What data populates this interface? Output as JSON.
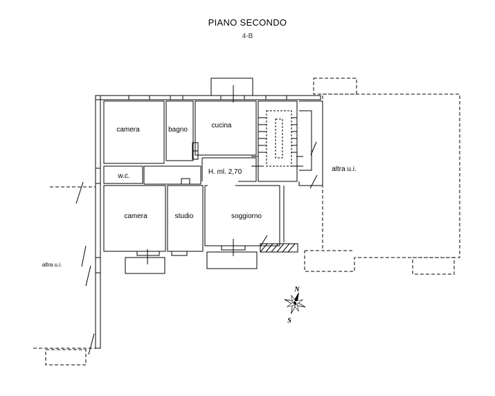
{
  "header": {
    "title": "PIANO SECONDO",
    "subtitle": "4-B"
  },
  "rooms": {
    "camera_top": "camera",
    "bagno": "bagno",
    "cucina": "cucina",
    "wc": "w.c.",
    "height": "H. ml. 2,70",
    "altra_right": "altra u.i.",
    "camera_bottom": "camera",
    "studio": "studio",
    "soggiorno": "soggiorno",
    "altra_left": "altra u.i."
  },
  "compass": {
    "north": "N",
    "south": "S"
  }
}
